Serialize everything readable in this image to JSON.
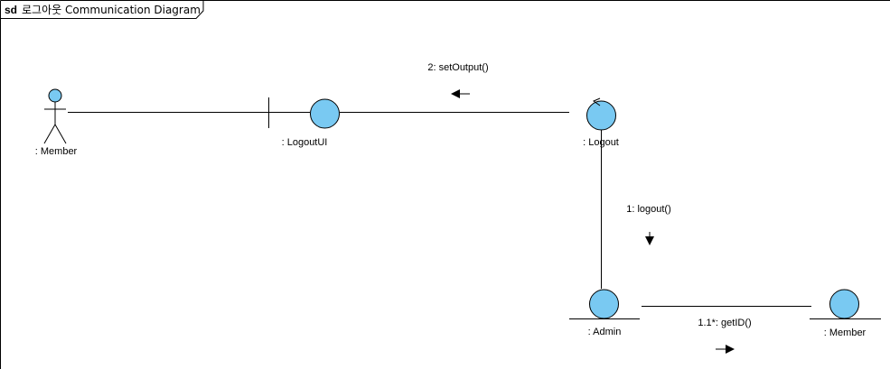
{
  "frame": {
    "keyword": "sd",
    "title": "로그아웃 Communication Diagram"
  },
  "colors": {
    "object_fill": "#79c9f2",
    "stroke": "#000000",
    "background": "#ffffff"
  },
  "elements": {
    "member_actor": {
      "label": ": Member",
      "kind": "actor"
    },
    "logout_ui": {
      "label": ": LogoutUI",
      "kind": "boundary"
    },
    "logout": {
      "label": ": Logout",
      "kind": "control"
    },
    "admin": {
      "label": ": Admin",
      "kind": "entity"
    },
    "member_entity": {
      "label": ": Member",
      "kind": "entity"
    }
  },
  "messages": [
    {
      "label": "1: logout()",
      "direction": "down"
    },
    {
      "label": "2: setOutput()",
      "direction": "left"
    },
    {
      "label": "1.1*: getID()",
      "direction": "right"
    }
  ]
}
